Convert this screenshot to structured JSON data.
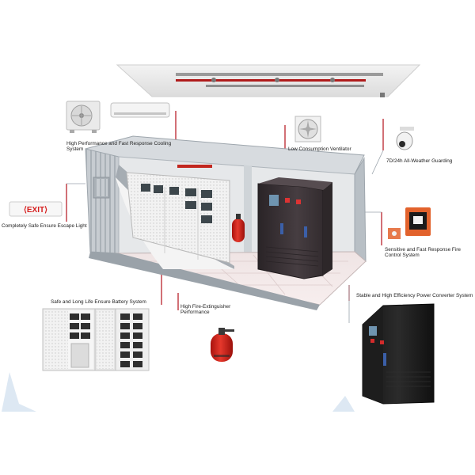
{
  "labels": {
    "cooling": "High Performance and Fast Response Cooling System",
    "ventilator": "Low Consumption Ventilator",
    "guarding": "7D/24h All-Weather Guarding",
    "escape_light": "Completely Safe Ensure Escape Light",
    "fire_control": "Sensitive and Fast Response Fire Control System",
    "battery": "Safe and Long Life Ensure Battery System",
    "extinguisher": "High Fire-Extinguisher Performance",
    "converter": "Stable and High Efficiency Power Converter System"
  },
  "exit_sign_text": "EXIT",
  "colors": {
    "leader_line": "#b3121c",
    "container": "#c9ced3",
    "cabinet_dark": "#3c3437",
    "extinguisher_red": "#d8261f"
  }
}
